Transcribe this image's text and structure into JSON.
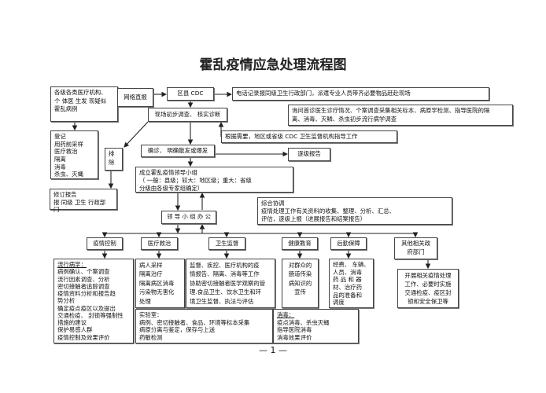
{
  "title": "霍乱疫情应急处理流程图",
  "nodes": {
    "source": [
      "各级各类医疗机构、",
      "个 体医 生发 现疑似",
      "霍乱病例"
    ],
    "direct_report": "网络直报",
    "cdc": "区县 CDC",
    "phone_record": "电话记录报同级卫生行政部门，派遣专业人员带齐必要物品赶赴现场",
    "inquiry": [
      "询问首诊医生诊疗情况、个案调查采集相关标本、病原学检测、指导医院的隔",
      "离、消毒、灭鳞、杀虫初步流行病学调查"
    ],
    "initial_survey": "现场初步调查、  核实诊断",
    "guidance": "根据需要，地区或省级    CDC  卫生监督机构指导工作",
    "confirm": "确诊、 明确散发或爆发",
    "step_report": "逐级报告",
    "register": [
      "登记",
      "用药前采样",
      "医疗救治",
      "隔离",
      "消毒",
      "杀虫、灭蝇"
    ],
    "exclude": [
      "排",
      "除"
    ],
    "revise_report": [
      "修订报告",
      "报 同级  卫生  行政部",
      "门"
    ],
    "leading_group": [
      "成立霍乱疫情领导小组",
      "（ 一般：县级；较大：地区级；重大：省级",
      "分级由各级专家组确定）"
    ],
    "office": "领 导 小 组 办 公",
    "coordination": [
      "综合协调",
      "疫情处理工作有关资料的收集、整理、分析、汇总、",
      "评估，逐级上报（进展报告和结案报告）"
    ]
  },
  "departments": [
    {
      "label": [
        "疫情控制"
      ],
      "detail": [
        "流行病学：",
        "病例确认、个案调查",
        "流行因素调查、分析",
        "密切接触者追踪调查",
        "疫情资料分析和报告趋",
        "势分析",
        "确定疫点疫区以及提出",
        "交通检疫、 封锁等强制性",
        "措施的建议",
        "保护易感人群",
        "疫情控制及效果评价"
      ]
    },
    {
      "label": [
        "医疗救治"
      ],
      "detail": [
        "病人采样",
        "隔离治疗",
        "隔离病区消毒",
        "污染物无害化",
        "处理"
      ]
    },
    {
      "label": [
        "卫生监督"
      ],
      "detail": [
        "监督、疾控、医疗机构的疫",
        "情报告、隔离、消毒等工作",
        "协助密切接触者医学观察的管",
        "理.食品卫生、饮水卫生和环",
        "境卫生监督、执法与评估"
      ]
    },
    {
      "label": [
        "健康教育"
      ],
      "detail": [
        "对群众的",
        "肠道传染",
        "病知识的",
        "宣传"
      ]
    },
    {
      "label": [
        "后勤保障"
      ],
      "detail": [
        "经费、 车辆、",
        "人员、消毒",
        "药 品 和 器",
        "材、治疗药",
        "品的准备和",
        "调度"
      ]
    },
    {
      "label": [
        "其他相关政",
        "府部门"
      ],
      "detail": [
        "开展相关疫情处理",
        "工作、必要时实施",
        "交通检疫、疫区封",
        "锁和安全保卫等"
      ]
    }
  ],
  "laboratory": [
    "实验室：",
    "病例、密切接触者、食品、环境等标本采集",
    "病原分离与鉴定，保存与上送",
    "药敏检测"
  ],
  "disinfection": [
    "消毒：",
    "疫点消毒、杀虫灭蝇",
    "指导医院消毒",
    "消毒效果评价"
  ],
  "page_number": "— 1 —"
}
